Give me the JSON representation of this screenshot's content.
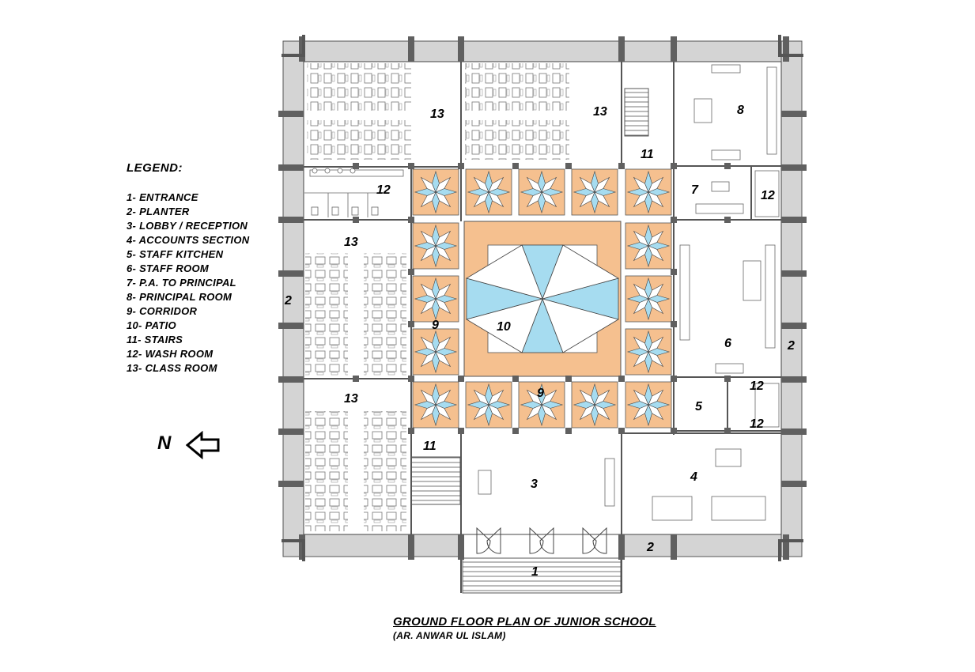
{
  "legend": {
    "title": "LEGEND:",
    "items": [
      "1- ENTRANCE",
      "2- PLANTER",
      "3- LOBBY / RECEPTION",
      "4- ACCOUNTS SECTION",
      "5- STAFF KITCHEN",
      "6- STAFF ROOM",
      "7- P.A. TO PRINCIPAL",
      "8- PRINCIPAL ROOM",
      "9- CORRIDOR",
      "10- PATIO",
      "11- STAIRS",
      "12- WASH ROOM",
      "13- CLASS ROOM"
    ]
  },
  "north_label": "N",
  "north_icon": "arrow-left-icon",
  "caption": {
    "title": "GROUND FLOOR PLAN OF JUNIOR SCHOOL",
    "author": "(AR. ANWAR UL ISLAM)"
  },
  "room_numbers": {
    "classroom_nw": "13",
    "classroom_ne": "13",
    "stairs_north": "11",
    "principal": "8",
    "pa": "7",
    "washroom_north_left": "12",
    "washroom_north_right": "12",
    "classroom_w1": "13",
    "planter_west": "2",
    "corridor_west": "9",
    "patio": "10",
    "staff_room": "6",
    "planter_east": "2",
    "classroom_w2": "13",
    "corridor_south": "9",
    "washroom_south_a": "12",
    "washroom_south_b": "12",
    "kitchen": "5",
    "stairs_south": "11",
    "lobby": "3",
    "accounts": "4",
    "planter_south": "2",
    "entrance": "1"
  },
  "colors": {
    "tile_orange": "#f5c08f",
    "tile_blue": "#a6dcf0",
    "planter_grey": "#d4d4d4",
    "column_dark": "#606060"
  }
}
